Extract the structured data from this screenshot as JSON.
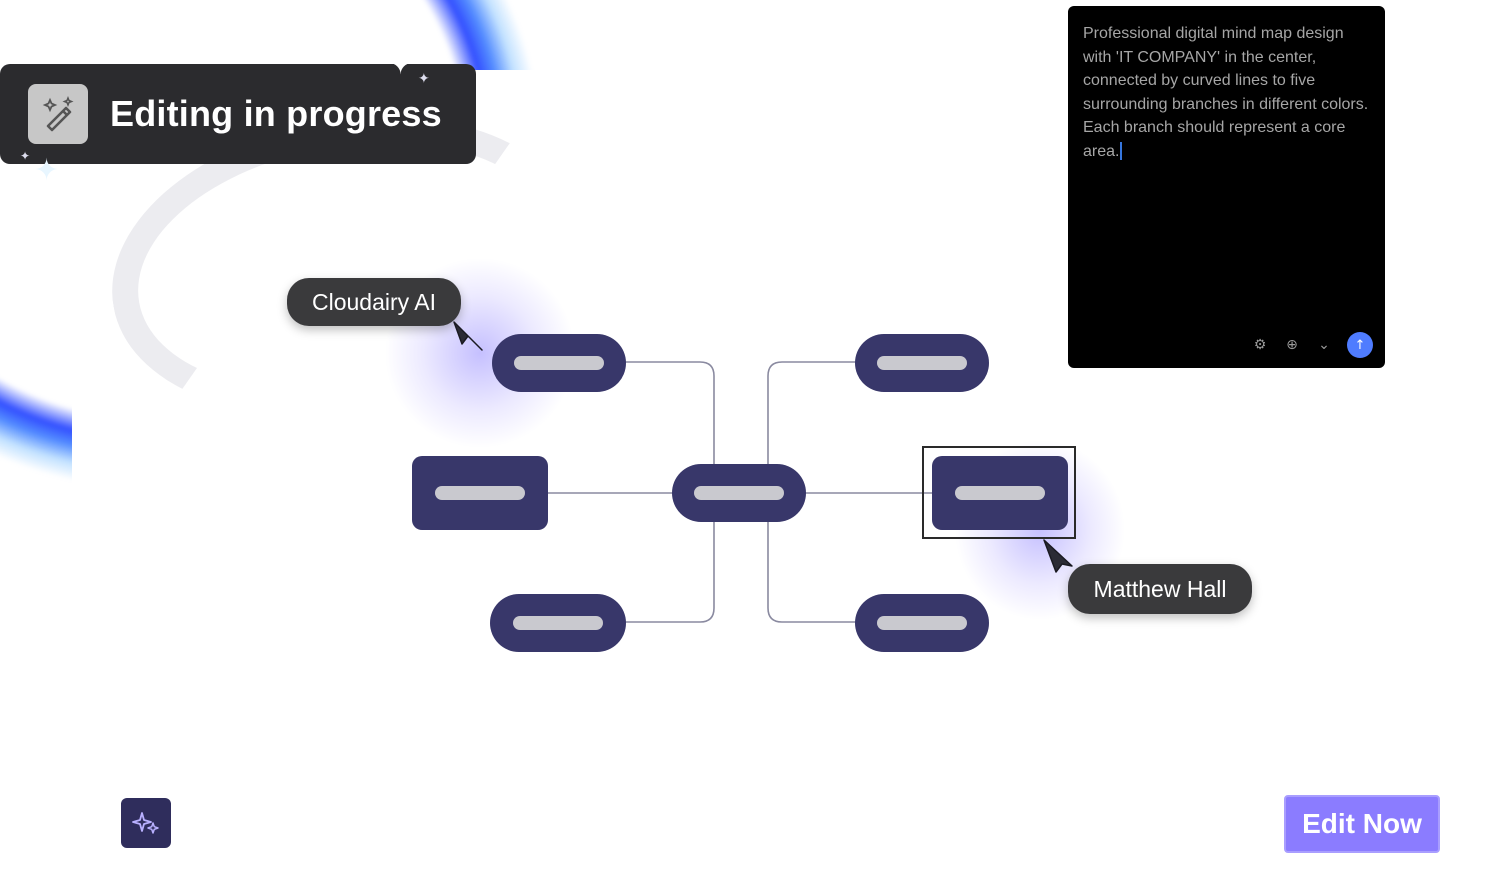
{
  "banner": {
    "title": "Editing in progress",
    "icon": "magic-wand-icon"
  },
  "prompt_panel": {
    "text": "Professional digital mind map design with 'IT COMPANY' in the center, connected by curved lines to five surrounding branches in different colors. Each branch should represent a core area.",
    "tools": [
      "settings-icon",
      "globe-icon",
      "chevron-down-icon"
    ],
    "send_label": "↑"
  },
  "cursors": [
    {
      "name": "Cloudairy AI"
    },
    {
      "name": "Matthew Hall"
    }
  ],
  "mindmap": {
    "central_node": "",
    "branches": [
      "",
      "",
      "",
      "",
      ""
    ]
  },
  "actions": {
    "edit_now_label": "Edit Now",
    "ai_button_icon": "sparkle-icon"
  },
  "colors": {
    "node_fill": "#38376a",
    "node_bar": "#c9c9cf",
    "edit_now_bg": "#8b7cff",
    "banner_bg": "#2b2b2e",
    "arc_blue": "#2846ff"
  }
}
